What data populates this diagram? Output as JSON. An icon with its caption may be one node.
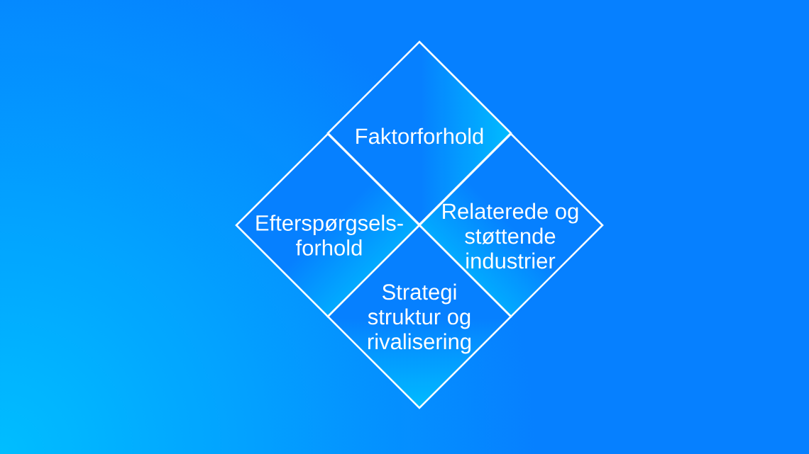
{
  "diagram": {
    "nodes": [
      {
        "text": [
          "Faktorforhold"
        ]
      },
      {
        "text": [
          "Efterspørgsels- forhold"
        ]
      },
      {
        "text": [
          "Relaterede og støttende industrier"
        ]
      },
      {
        "text": [
          "Strategi struktur og rivalisering"
        ]
      }
    ]
  }
}
